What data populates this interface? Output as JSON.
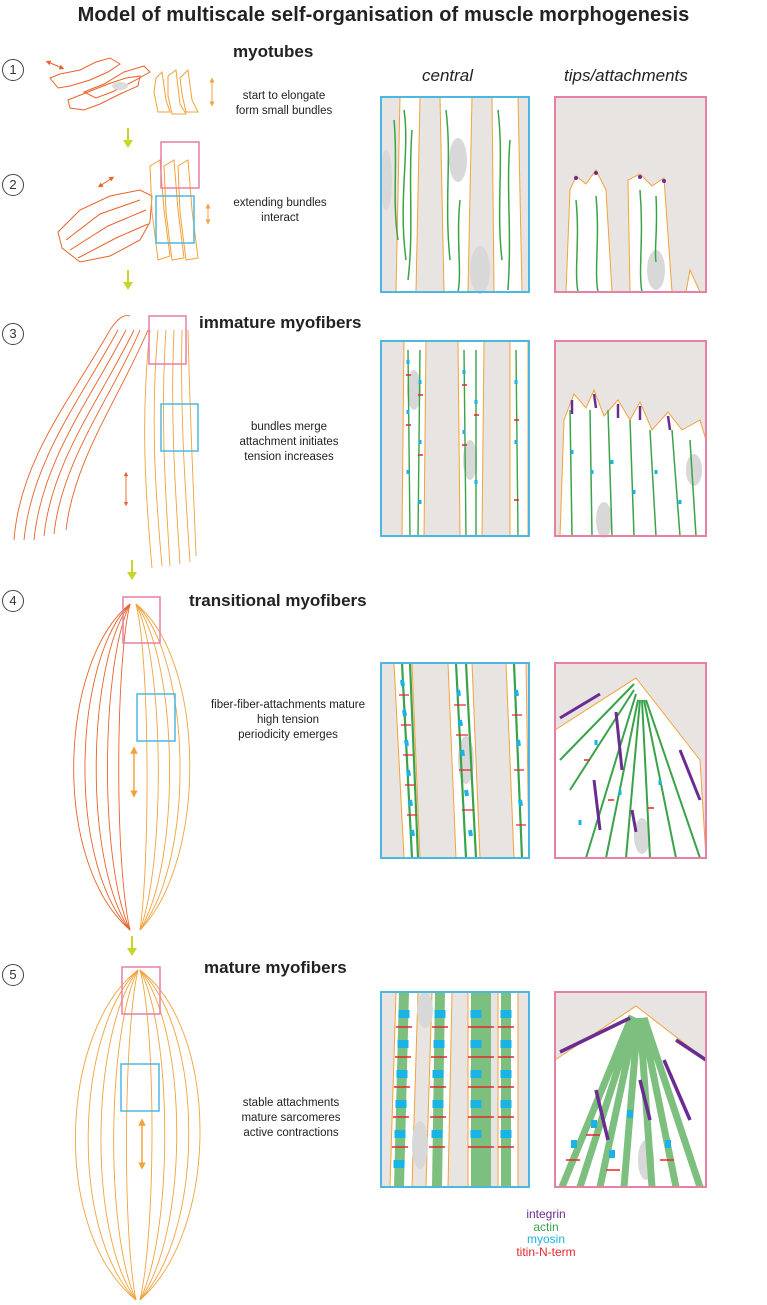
{
  "title": "Model of multiscale self-organisation of muscle morphogenesis",
  "column_headers": {
    "central": "central",
    "tips": "tips/attachments"
  },
  "stages": [
    {
      "num": "1",
      "title": "myotubes",
      "desc": [
        "start to elongate",
        "form small bundles"
      ]
    },
    {
      "num": "2",
      "title": "",
      "desc": [
        "extending bundles",
        "interact"
      ]
    },
    {
      "num": "3",
      "title": "immature myofibers",
      "desc": [
        "bundles merge",
        "attachment initiates",
        "tension increases"
      ]
    },
    {
      "num": "4",
      "title": "transitional myofibers",
      "desc": [
        "fiber-fiber-attachments mature",
        "high tension",
        "periodicity emerges"
      ]
    },
    {
      "num": "5",
      "title": "mature myofibers",
      "desc": [
        "stable attachments",
        "mature sarcomeres",
        "active contractions"
      ]
    }
  ],
  "legend": [
    {
      "label": "integrin",
      "color": "#6a2c91"
    },
    {
      "label": "actin",
      "color": "#3aa34a"
    },
    {
      "label": "myosin",
      "color": "#1ab3e6"
    },
    {
      "label": "titin-N-term",
      "color": "#e8262b"
    }
  ],
  "colors": {
    "central_box": "#4cb8e0",
    "tips_box": "#e77fa6",
    "myotube_dark": "#e8622a",
    "myotube_light": "#f2a23a",
    "arrow": "#c8d62a",
    "background_tissue": "#e8e4e1",
    "nucleus": "#d8d8d8"
  }
}
